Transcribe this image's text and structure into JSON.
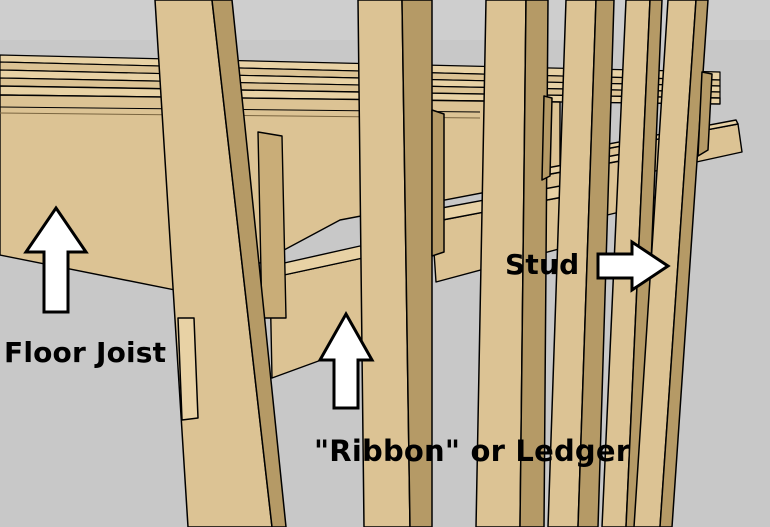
{
  "labels": {
    "floor_joist": "Floor Joist",
    "ribbon": "\"Ribbon\" or Ledger",
    "stud": "Stud"
  },
  "colors": {
    "background": "#c8c8c8",
    "wood_face": "#dcc394",
    "wood_side": "#b59a66",
    "wood_top": "#e8d2a5",
    "wood_shadow": "#a38756",
    "outline": "#000000",
    "arrow_fill": "#ffffff"
  },
  "icons": {
    "floor_joist_arrow": "arrow-up-outline",
    "ribbon_arrow": "arrow-up-outline",
    "stud_arrow": "arrow-right-outline"
  }
}
